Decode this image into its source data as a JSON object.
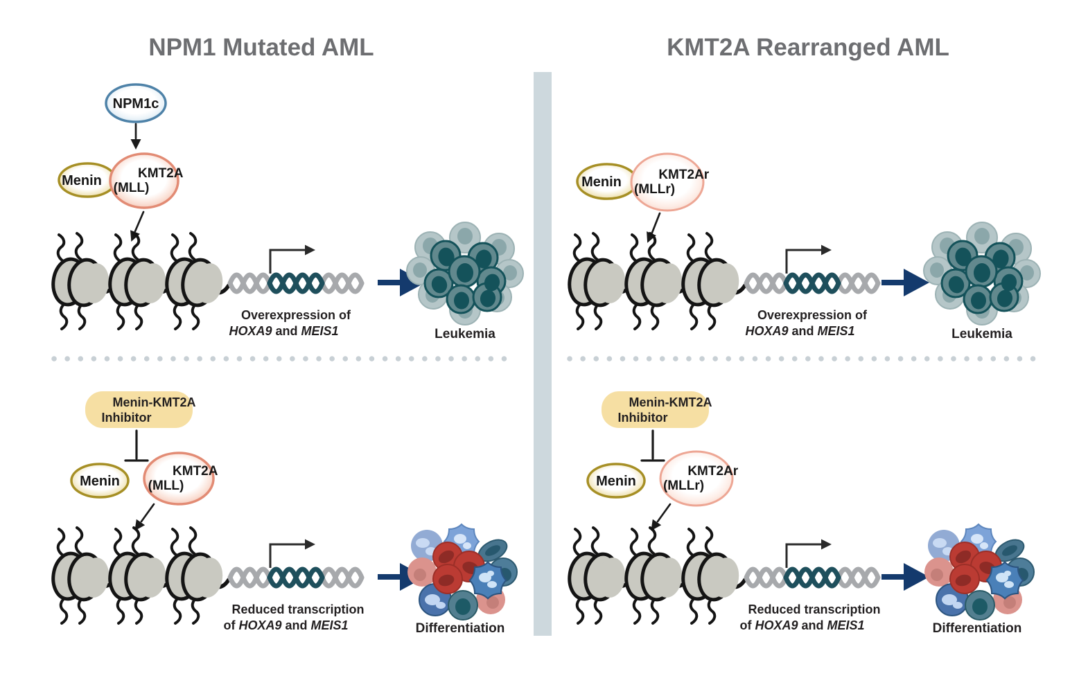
{
  "header": {
    "left_title": "NPM1 Mutated AML",
    "right_title": "KMT2A Rearranged AML"
  },
  "left": {
    "top": {
      "npm1c": "NPM1c",
      "menin": "Menin",
      "kmt2a_line1": "KMT2A",
      "kmt2a_line2": "(MLL)",
      "gene_line1": "Overexpression of",
      "gene_hoxa9": "HOXA9",
      "gene_and": " and ",
      "gene_meis1": "MEIS1",
      "outcome": "Leukemia"
    },
    "bottom": {
      "inhibitor_line1": "Menin-KMT2A",
      "inhibitor_line2": "Inhibitor",
      "menin": "Menin",
      "kmt2a_line1": "KMT2A",
      "kmt2a_line2": "(MLL)",
      "gene_line1": "Reduced transcription",
      "gene_of": "of ",
      "gene_hoxa9": "HOXA9",
      "gene_and": " and ",
      "gene_meis1": "MEIS1",
      "outcome": "Differentiation"
    }
  },
  "right": {
    "top": {
      "menin": "Menin",
      "kmt2a_line1": "KMT2Ar",
      "kmt2a_line2": "(MLLr)",
      "gene_line1": "Overexpression of",
      "gene_hoxa9": "HOXA9",
      "gene_and": " and ",
      "gene_meis1": "MEIS1",
      "outcome": "Leukemia"
    },
    "bottom": {
      "inhibitor_line1": "Menin-KMT2A",
      "inhibitor_line2": "Inhibitor",
      "menin": "Menin",
      "kmt2a_line1": "KMT2Ar",
      "kmt2a_line2": "(MLLr)",
      "gene_line1": "Reduced transcription",
      "gene_of": "of ",
      "gene_hoxa9": "HOXA9",
      "gene_and": " and ",
      "gene_meis1": "MEIS1",
      "outcome": "Differentiation"
    }
  },
  "colors": {
    "title_gray": "#6d6e71",
    "npm1c_blue_stroke": "#4e82a8",
    "menin_gold_stroke": "#a68f25",
    "kmt2a_salmon_stroke": "#e28b74",
    "kmt2ar_pink_stroke": "#eda694",
    "inhibitor_fill": "#f6dfa3",
    "dna_gray": "#a7a9ac",
    "dna_teal": "#1e4f5c",
    "big_arrow_navy": "#143a6d",
    "nucleosome_gray": "#c9c9c1",
    "leukemia_cell_teal": "#62898e",
    "leukemia_nucleus_teal": "#14525a",
    "rbc_red": "#bb3b33",
    "divider_blue_gray": "#cdd8dd"
  }
}
